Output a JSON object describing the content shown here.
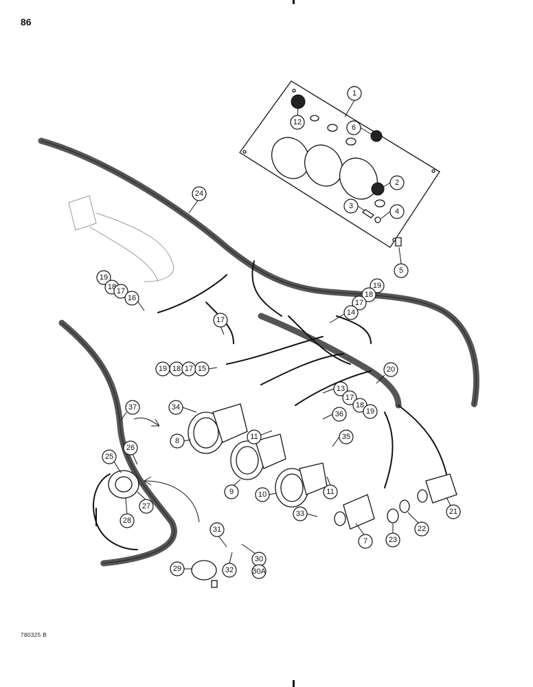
{
  "page_number": "86",
  "figure_id": "780325 B",
  "callouts": [
    {
      "label": "1"
    },
    {
      "label": "12"
    },
    {
      "label": "6"
    },
    {
      "label": "2"
    },
    {
      "label": "3"
    },
    {
      "label": "4"
    },
    {
      "label": "5"
    },
    {
      "label": "24"
    },
    {
      "label": "19"
    },
    {
      "label": "18"
    },
    {
      "label": "17"
    },
    {
      "label": "16"
    },
    {
      "label": "17"
    },
    {
      "label": "19"
    },
    {
      "label": "18"
    },
    {
      "label": "17"
    },
    {
      "label": "14"
    },
    {
      "label": "19"
    },
    {
      "label": "18"
    },
    {
      "label": "17"
    },
    {
      "label": "15"
    },
    {
      "label": "20"
    },
    {
      "label": "13"
    },
    {
      "label": "17"
    },
    {
      "label": "18"
    },
    {
      "label": "19"
    },
    {
      "label": "37"
    },
    {
      "label": "34"
    },
    {
      "label": "36"
    },
    {
      "label": "35"
    },
    {
      "label": "8"
    },
    {
      "label": "11"
    },
    {
      "label": "26"
    },
    {
      "label": "25"
    },
    {
      "label": "27"
    },
    {
      "label": "28"
    },
    {
      "label": "9"
    },
    {
      "label": "10"
    },
    {
      "label": "11"
    },
    {
      "label": "21"
    },
    {
      "label": "22"
    },
    {
      "label": "23"
    },
    {
      "label": "7"
    },
    {
      "label": "33"
    },
    {
      "label": "31"
    },
    {
      "label": "32"
    },
    {
      "label": "30"
    },
    {
      "label": "30A"
    },
    {
      "label": "29"
    }
  ]
}
